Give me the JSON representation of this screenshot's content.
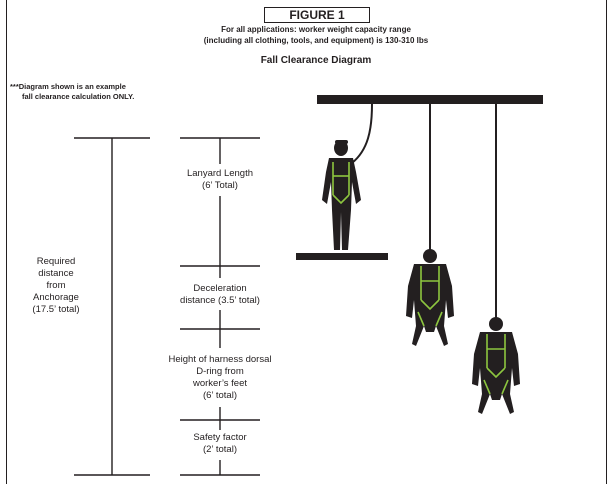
{
  "header": {
    "figure_label": "FIGURE 1",
    "line1": "For all applications: worker weight capacity range",
    "line2": "(including all clothing, tools, and equipment) is 130-310 lbs",
    "diagram_title": "Fall Clearance Diagram"
  },
  "note": {
    "line1": "***Diagram shown is an example",
    "line2": "fall clearance calculation ONLY."
  },
  "total_label": {
    "text": "Required\ndistance\nfrom\nAnchorage\n(17.5’ total)"
  },
  "segments": [
    {
      "label": "Lanyard Length\n(6’ Total)",
      "feet": 6
    },
    {
      "label": "Deceleration\ndistance (3.5’ total)",
      "feet": 3.5
    },
    {
      "label": "Height of harness dorsal\nD-ring from\nworker’s feet\n(6’ total)",
      "feet": 6
    },
    {
      "label": "Safety factor\n(2’ total)",
      "feet": 2
    }
  ],
  "colors": {
    "ink": "#231f20",
    "harness": "#8dc63f",
    "figure": "#231f20"
  }
}
